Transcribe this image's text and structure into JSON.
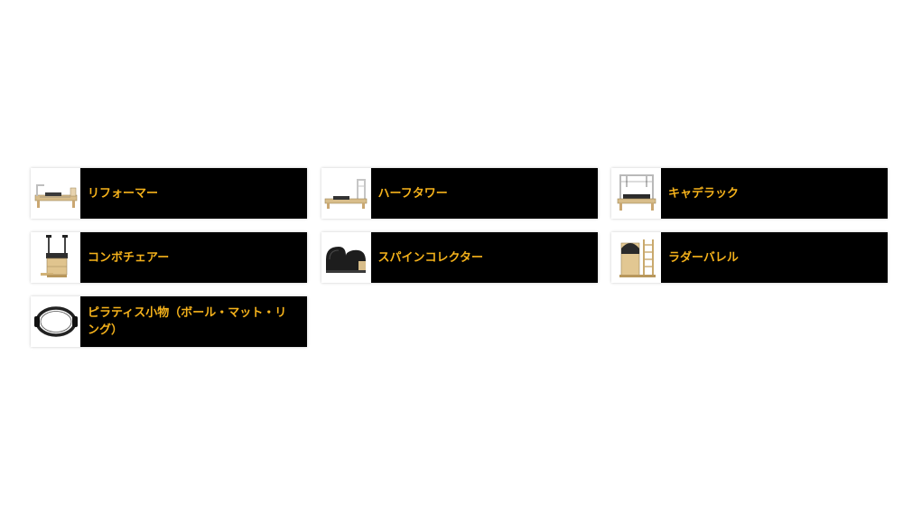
{
  "colors": {
    "label_text": "#f5b21b",
    "label_background": "#000000",
    "thumb_background": "#ffffff"
  },
  "products": [
    {
      "label": "リフォーマー",
      "icon": "reformer-icon"
    },
    {
      "label": "ハーフタワー",
      "icon": "half-tower-icon"
    },
    {
      "label": "キャデラック",
      "icon": "cadillac-icon"
    },
    {
      "label": "コンボチェアー",
      "icon": "combo-chair-icon"
    },
    {
      "label": "スパインコレクター",
      "icon": "spine-corrector-icon"
    },
    {
      "label": "ラダーバレル",
      "icon": "ladder-barrel-icon"
    },
    {
      "label": "ピラティス小物（ボール・マット・リング）",
      "icon": "pilates-ring-icon"
    }
  ]
}
